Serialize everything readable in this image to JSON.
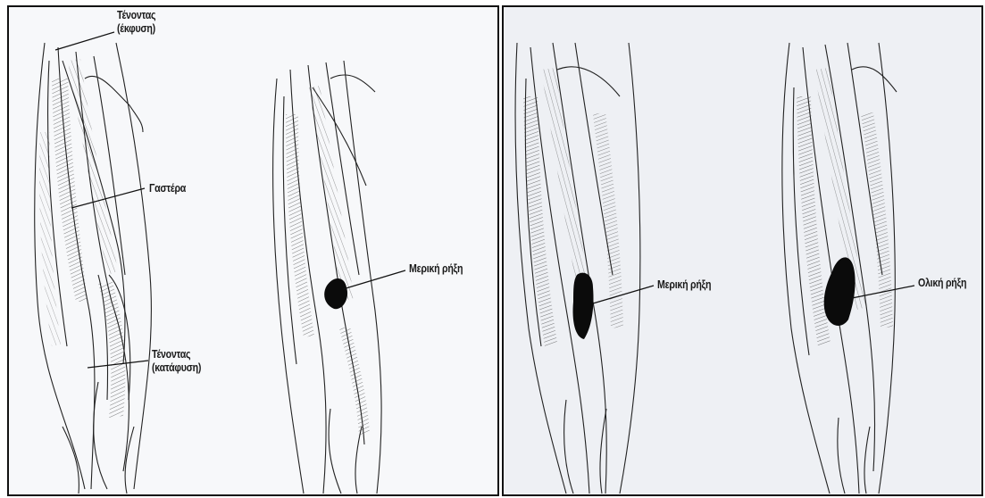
{
  "labels": {
    "tendon_origin_line1": "Τένοντας",
    "tendon_origin_line2": "(έκφυση)",
    "belly": "Γαστέρα",
    "tendon_insertion_line1": "Τένοντας",
    "tendon_insertion_line2": "(κατάφυση)",
    "partial_tear_left": "Μερική ρήξη",
    "partial_tear_right": "Μερική ρήξη",
    "total_tear": "Ολική ρήξη"
  },
  "colors": {
    "ink": "#1a1a1a",
    "border": "#111111",
    "paper_left": "#f7f8fa",
    "paper_right": "#eef0f4",
    "tear": "#0b0b0b"
  }
}
